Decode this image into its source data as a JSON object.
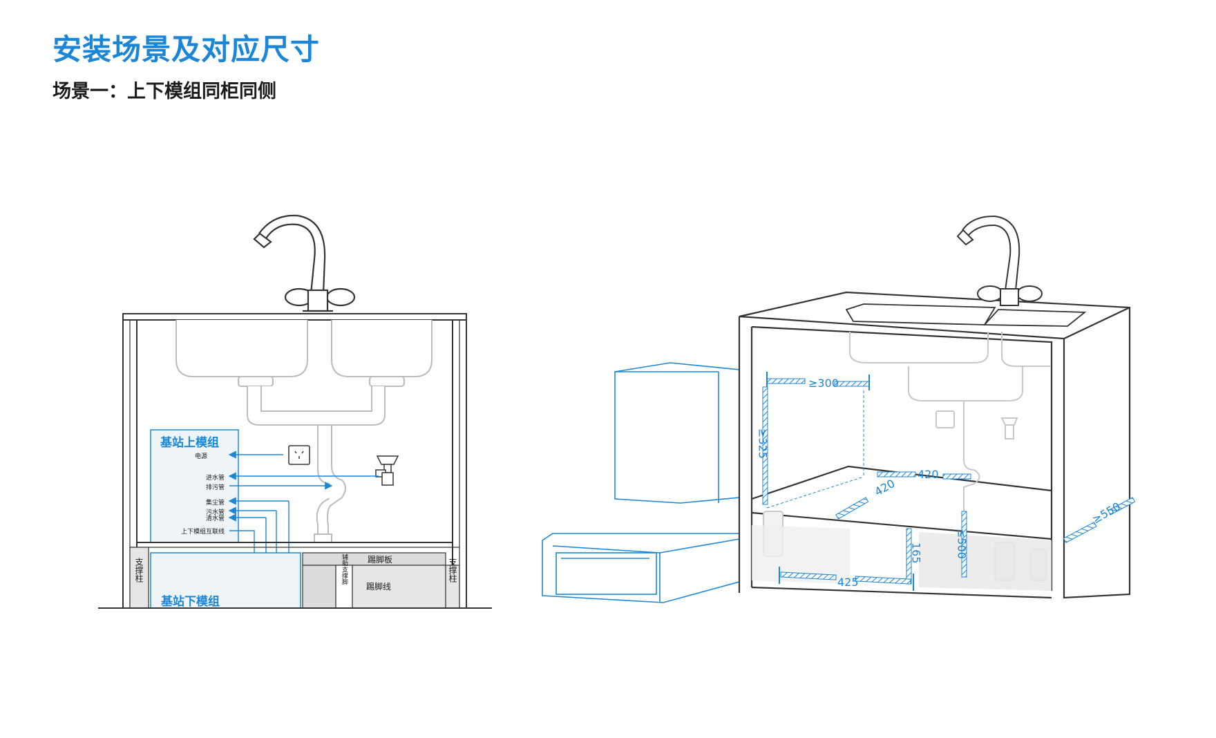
{
  "header": {
    "title": "安装场景及对应尺寸",
    "subtitle": "场景一：上下模组同柜同侧"
  },
  "left_diagram": {
    "upper_module_label": "基站上模组",
    "lower_module_label": "基站下模组",
    "connections": [
      "电源",
      "进水管",
      "排污管",
      "集尘管",
      "污水管",
      "清水管",
      "上下模组互联线"
    ],
    "kick_board": "踢脚板",
    "kick_line": "踢脚线",
    "support_left": "支撑柱",
    "support_right": "支撑柱",
    "aux_support": "辅助支撑脚"
  },
  "right_diagram": {
    "dimensions": {
      "upper_width": "≥300",
      "upper_height": "≥325",
      "shelf_width": "420",
      "shelf_depth": "420",
      "cabinet_depth": "≥550",
      "pipe_height": "≤500",
      "base_height": "165",
      "base_width": "425"
    }
  },
  "colors": {
    "accent": "#1a86d8",
    "line": "#333333",
    "fixture": "#bbbbbb"
  }
}
